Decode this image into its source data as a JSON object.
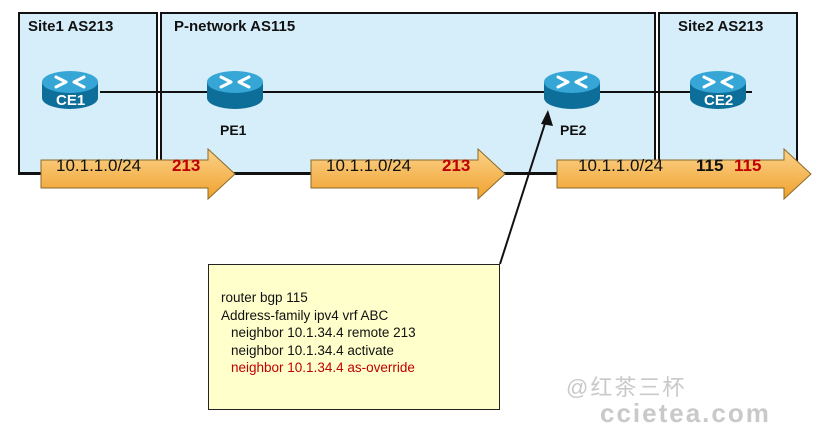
{
  "zones": {
    "site1": "Site1 AS213",
    "pnet": "P-network  AS115",
    "site2": "Site2 AS213"
  },
  "routers": {
    "ce1": "CE1",
    "pe1": "PE1",
    "pe2": "PE2",
    "ce2": "CE2"
  },
  "arrows": [
    {
      "prefix": "10.1.1.0/24",
      "as_path": [
        {
          "text": "213",
          "color": "red"
        }
      ]
    },
    {
      "prefix": "10.1.1.0/24",
      "as_path": [
        {
          "text": "213",
          "color": "red"
        }
      ]
    },
    {
      "prefix": "10.1.1.0/24",
      "as_path": [
        {
          "text": "115",
          "color": "black"
        },
        {
          "text": "115",
          "color": "red"
        }
      ]
    }
  ],
  "config": {
    "line1": "router bgp 115",
    "line2": "Address-family ipv4 vrf ABC",
    "line3": "neighbor 10.1.34.4 remote 213",
    "line4": "neighbor 10.1.34.4 activate",
    "line5": "neighbor 10.1.34.4 as-override"
  },
  "watermark": {
    "line1": "@红茶三杯",
    "line2": "ccietea.com"
  },
  "colors": {
    "zone_fill": "#d6eef9",
    "arrow_fill": "#f7b84b",
    "red_text": "#c00000",
    "config_fill": "#ffffcc",
    "router": "#1a8fc0"
  }
}
